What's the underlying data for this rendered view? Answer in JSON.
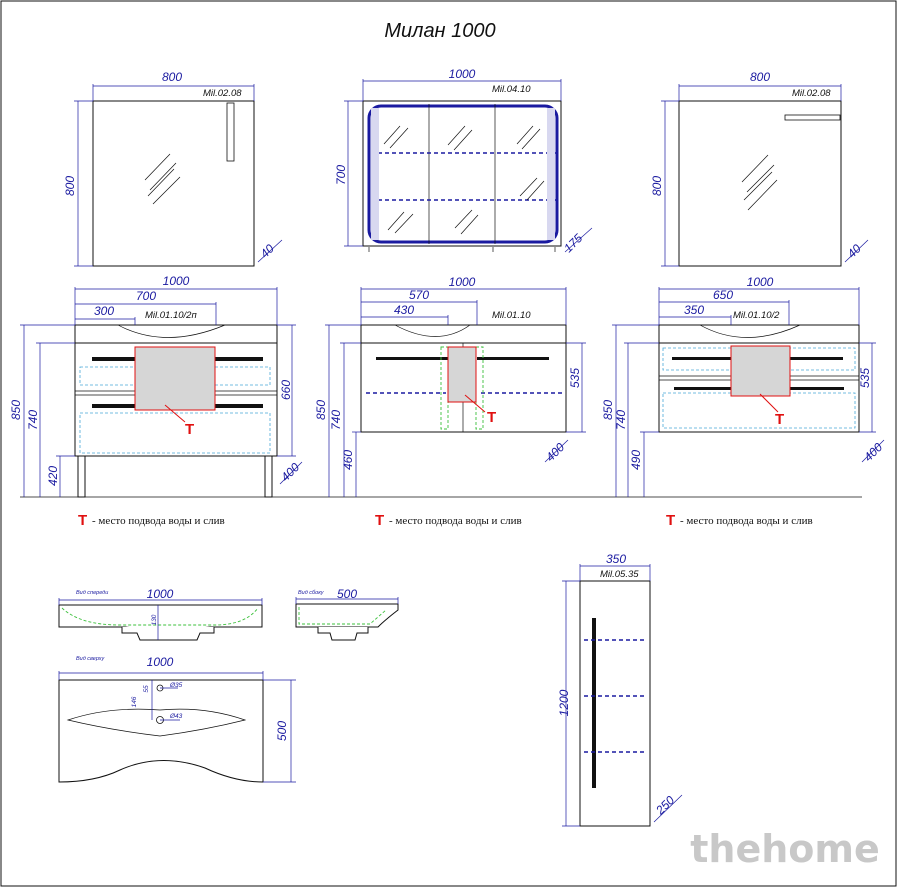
{
  "title": "Милан 1000",
  "codes": {
    "mirror_left": "Mil.02.08",
    "cabinet_mirror": "Mil.04.10",
    "mirror_right": "Mil.02.08",
    "vanity_left": "Mil.01.10/2п",
    "vanity_mid": "Mil.01.10",
    "vanity_right": "Mil.01.10/2",
    "tall_cabinet": "Mil.05.35"
  },
  "dims": {
    "ml_width": "800",
    "ml_height": "800",
    "ml_depth": "40",
    "cm_width": "1000",
    "cm_height": "700",
    "cm_depth": "175",
    "mr_width": "800",
    "mr_height": "800",
    "mr_depth": "40",
    "vl_width": "1000",
    "vl_700": "700",
    "vl_300": "300",
    "vl_850": "850",
    "vl_740": "740",
    "vl_420": "420",
    "vl_660": "660",
    "vl_400": "400",
    "vm_width": "1000",
    "vm_570": "570",
    "vm_430": "430",
    "vm_850": "850",
    "vm_740": "740",
    "vm_460": "460",
    "vm_535": "535",
    "vm_400": "400",
    "vr_width": "1000",
    "vr_650": "650",
    "vr_350": "350",
    "vr_850": "850",
    "vr_740": "740",
    "vr_490": "490",
    "vr_535": "535",
    "vr_400": "400",
    "sf_width": "1000",
    "sf_130": "130",
    "ss_width": "500",
    "st_width": "1000",
    "st_depth": "500",
    "st_55": "55",
    "st_146": "146",
    "st_d35": "Ø35",
    "st_d43": "Ø43",
    "tc_width": "350",
    "tc_height": "1200",
    "tc_depth": "250"
  },
  "notes": {
    "t_symbol": "Т",
    "text": "- место подвода воды и слив"
  },
  "view_labels": {
    "front": "Вид спереди",
    "side": "Вид сбоку",
    "top": "Вид сверху"
  },
  "watermark": "thehome",
  "colors": {
    "dimension": "#1a1aa0",
    "outline": "#111111",
    "water_marker": "#e01010",
    "dashed_shelf": "#1a1aa0"
  }
}
